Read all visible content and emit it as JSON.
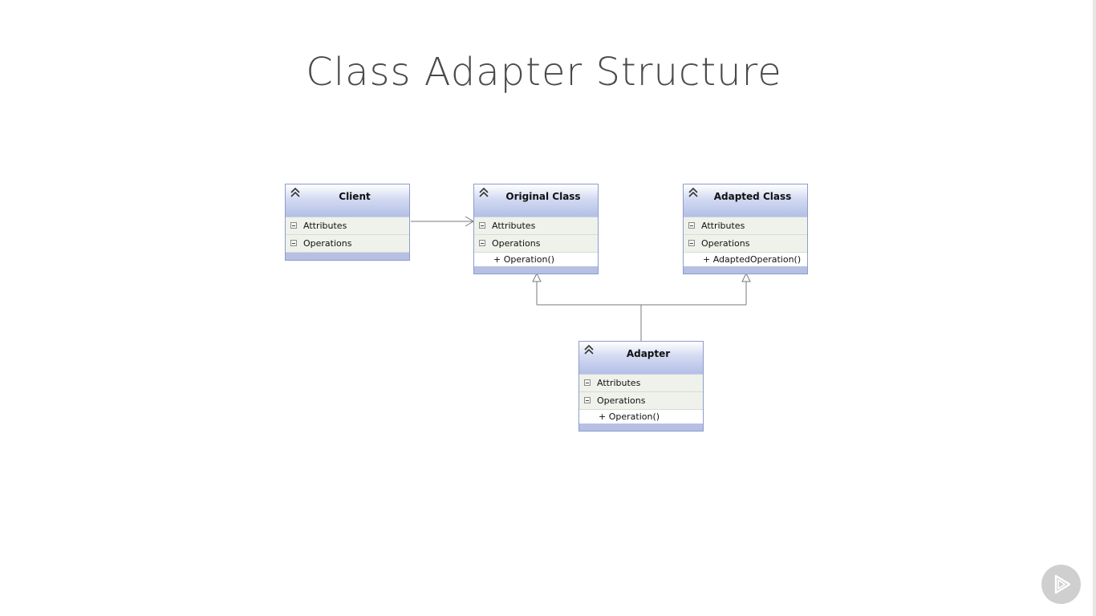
{
  "slide": {
    "title": "Class Adapter Structure"
  },
  "classes": {
    "client": {
      "name": "Client",
      "attributes_label": "Attributes",
      "operations_label": "Operations",
      "operations": []
    },
    "original": {
      "name": "Original Class",
      "attributes_label": "Attributes",
      "operations_label": "Operations",
      "operations": [
        "+ Operation()"
      ]
    },
    "adapted": {
      "name": "Adapted Class",
      "attributes_label": "Attributes",
      "operations_label": "Operations",
      "operations": [
        "+ AdaptedOperation()"
      ]
    },
    "adapter": {
      "name": "Adapter",
      "attributes_label": "Attributes",
      "operations_label": "Operations",
      "operations": [
        "+ Operation()"
      ]
    }
  },
  "relations": [
    {
      "from": "Client",
      "to": "Original Class",
      "kind": "association"
    },
    {
      "from": "Adapter",
      "to": "Original Class",
      "kind": "generalization"
    },
    {
      "from": "Adapter",
      "to": "Adapted Class",
      "kind": "generalization"
    }
  ],
  "colors": {
    "header_top": "#ffffff",
    "header_bottom": "#b3bfe6",
    "border": "#8d9ccb",
    "body": "#eff2ea",
    "line": "#7a7a7a",
    "title": "#4a4a4a"
  },
  "icons": {
    "collapse": "double-chevron-up-icon",
    "section": "minus-box-icon",
    "player": "play-icon"
  }
}
